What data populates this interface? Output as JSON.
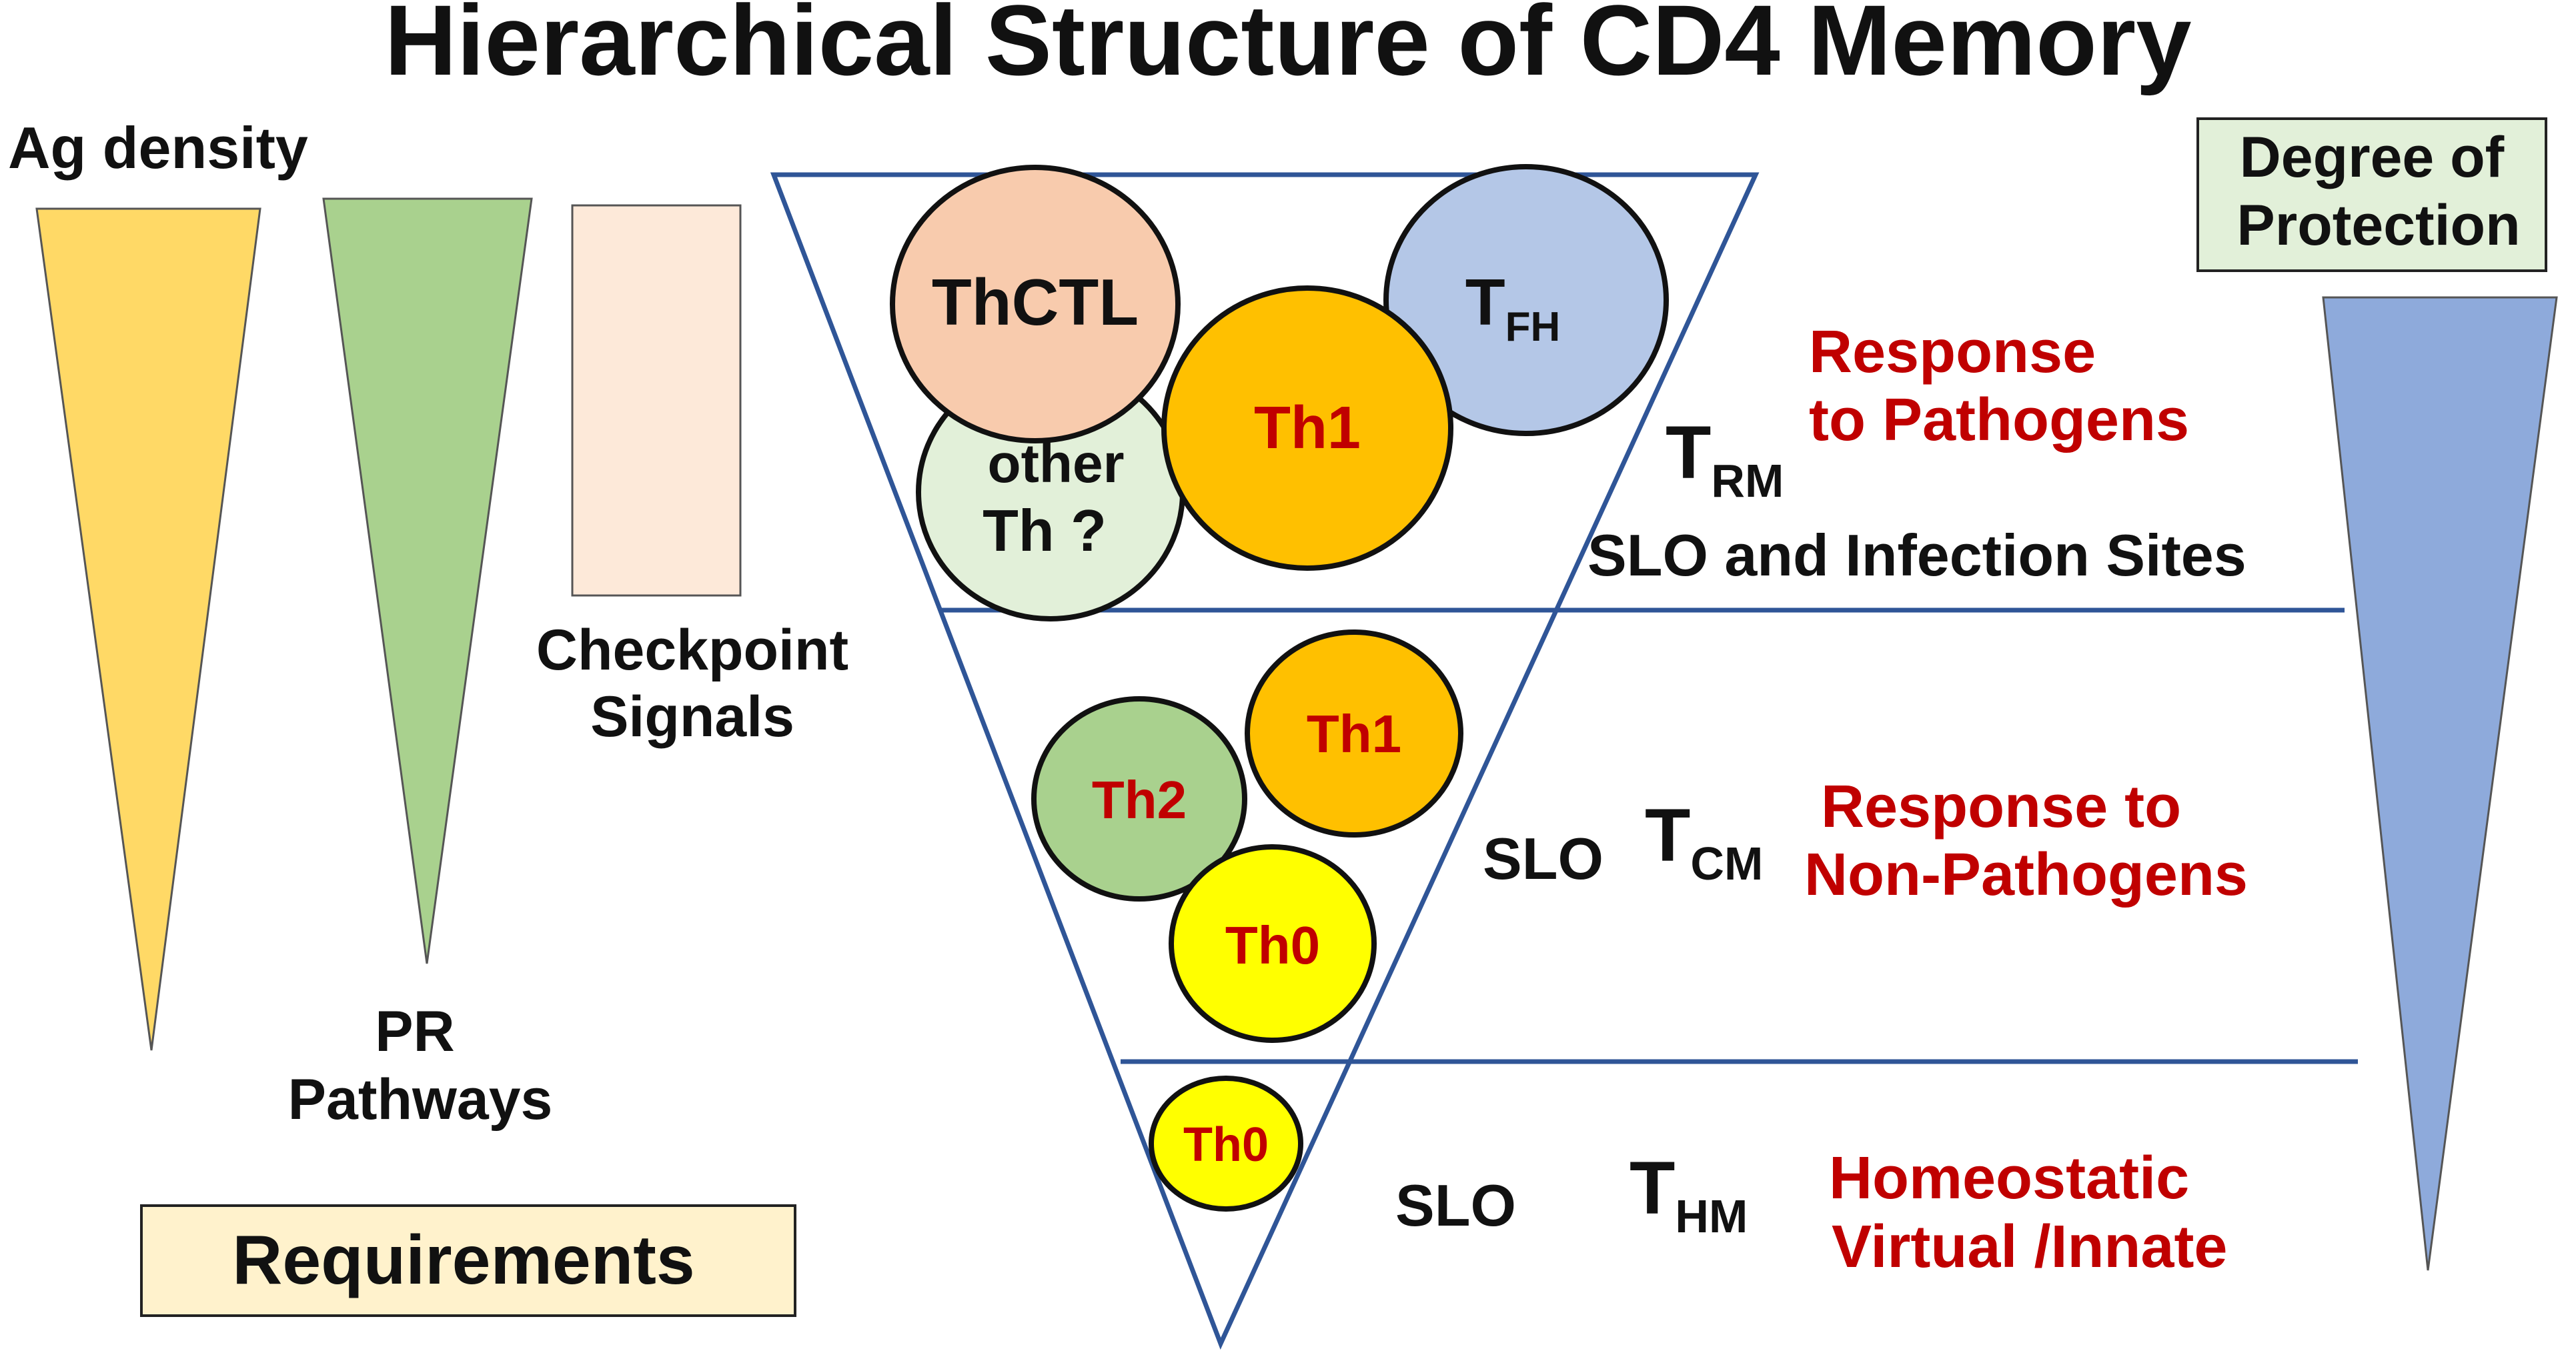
{
  "title": "Hierarchical Structure of CD4 Memory",
  "left": {
    "ag_density": "Ag density",
    "pr_line1": "PR",
    "pr_line2": "Pathways",
    "checkpoint_line1": "Checkpoint",
    "checkpoint_line2": "Signals",
    "requirements": "Requirements"
  },
  "right": {
    "protection_line1": "Degree of",
    "protection_line2": "Protection"
  },
  "tiers": {
    "top": {
      "cells": {
        "thctl": "ThCTL",
        "tfh_main": "T",
        "tfh_sub": "FH",
        "th1": "Th1",
        "other_line1": "other",
        "other_line2": "Th ?"
      },
      "subset_main": "T",
      "subset_sub": "RM",
      "response_line1": "Response",
      "response_line2": "to Pathogens",
      "location": "SLO and Infection Sites"
    },
    "middle": {
      "cells": {
        "th1": "Th1",
        "th2": "Th2",
        "th0": "Th0"
      },
      "location": "SLO",
      "subset_main": "T",
      "subset_sub": "CM",
      "response_line1": "Response to",
      "response_line2": "Non-Pathogens"
    },
    "bottom": {
      "cells": {
        "th0": "Th0"
      },
      "location": "SLO",
      "subset_main": "T",
      "subset_sub": "HM",
      "response_line1": "Homeostatic",
      "response_line2": "Virtual /Innate"
    }
  },
  "colors": {
    "ag_density": "#ffd966",
    "pr_pathways": "#a9d18e",
    "checkpoint": "#fde9d9",
    "protection": "#8eaadb",
    "triangle_line": "#2f5597",
    "requirements_box": "#fff2cc",
    "protection_box": "#e2f0d9",
    "thctl": "#f8cbad",
    "tfh": "#b4c7e7",
    "th1": "#ffc000",
    "other_th": "#e2f0d9",
    "th2": "#a9d18e",
    "th0": "#ffff00",
    "red_text": "#c00000"
  }
}
